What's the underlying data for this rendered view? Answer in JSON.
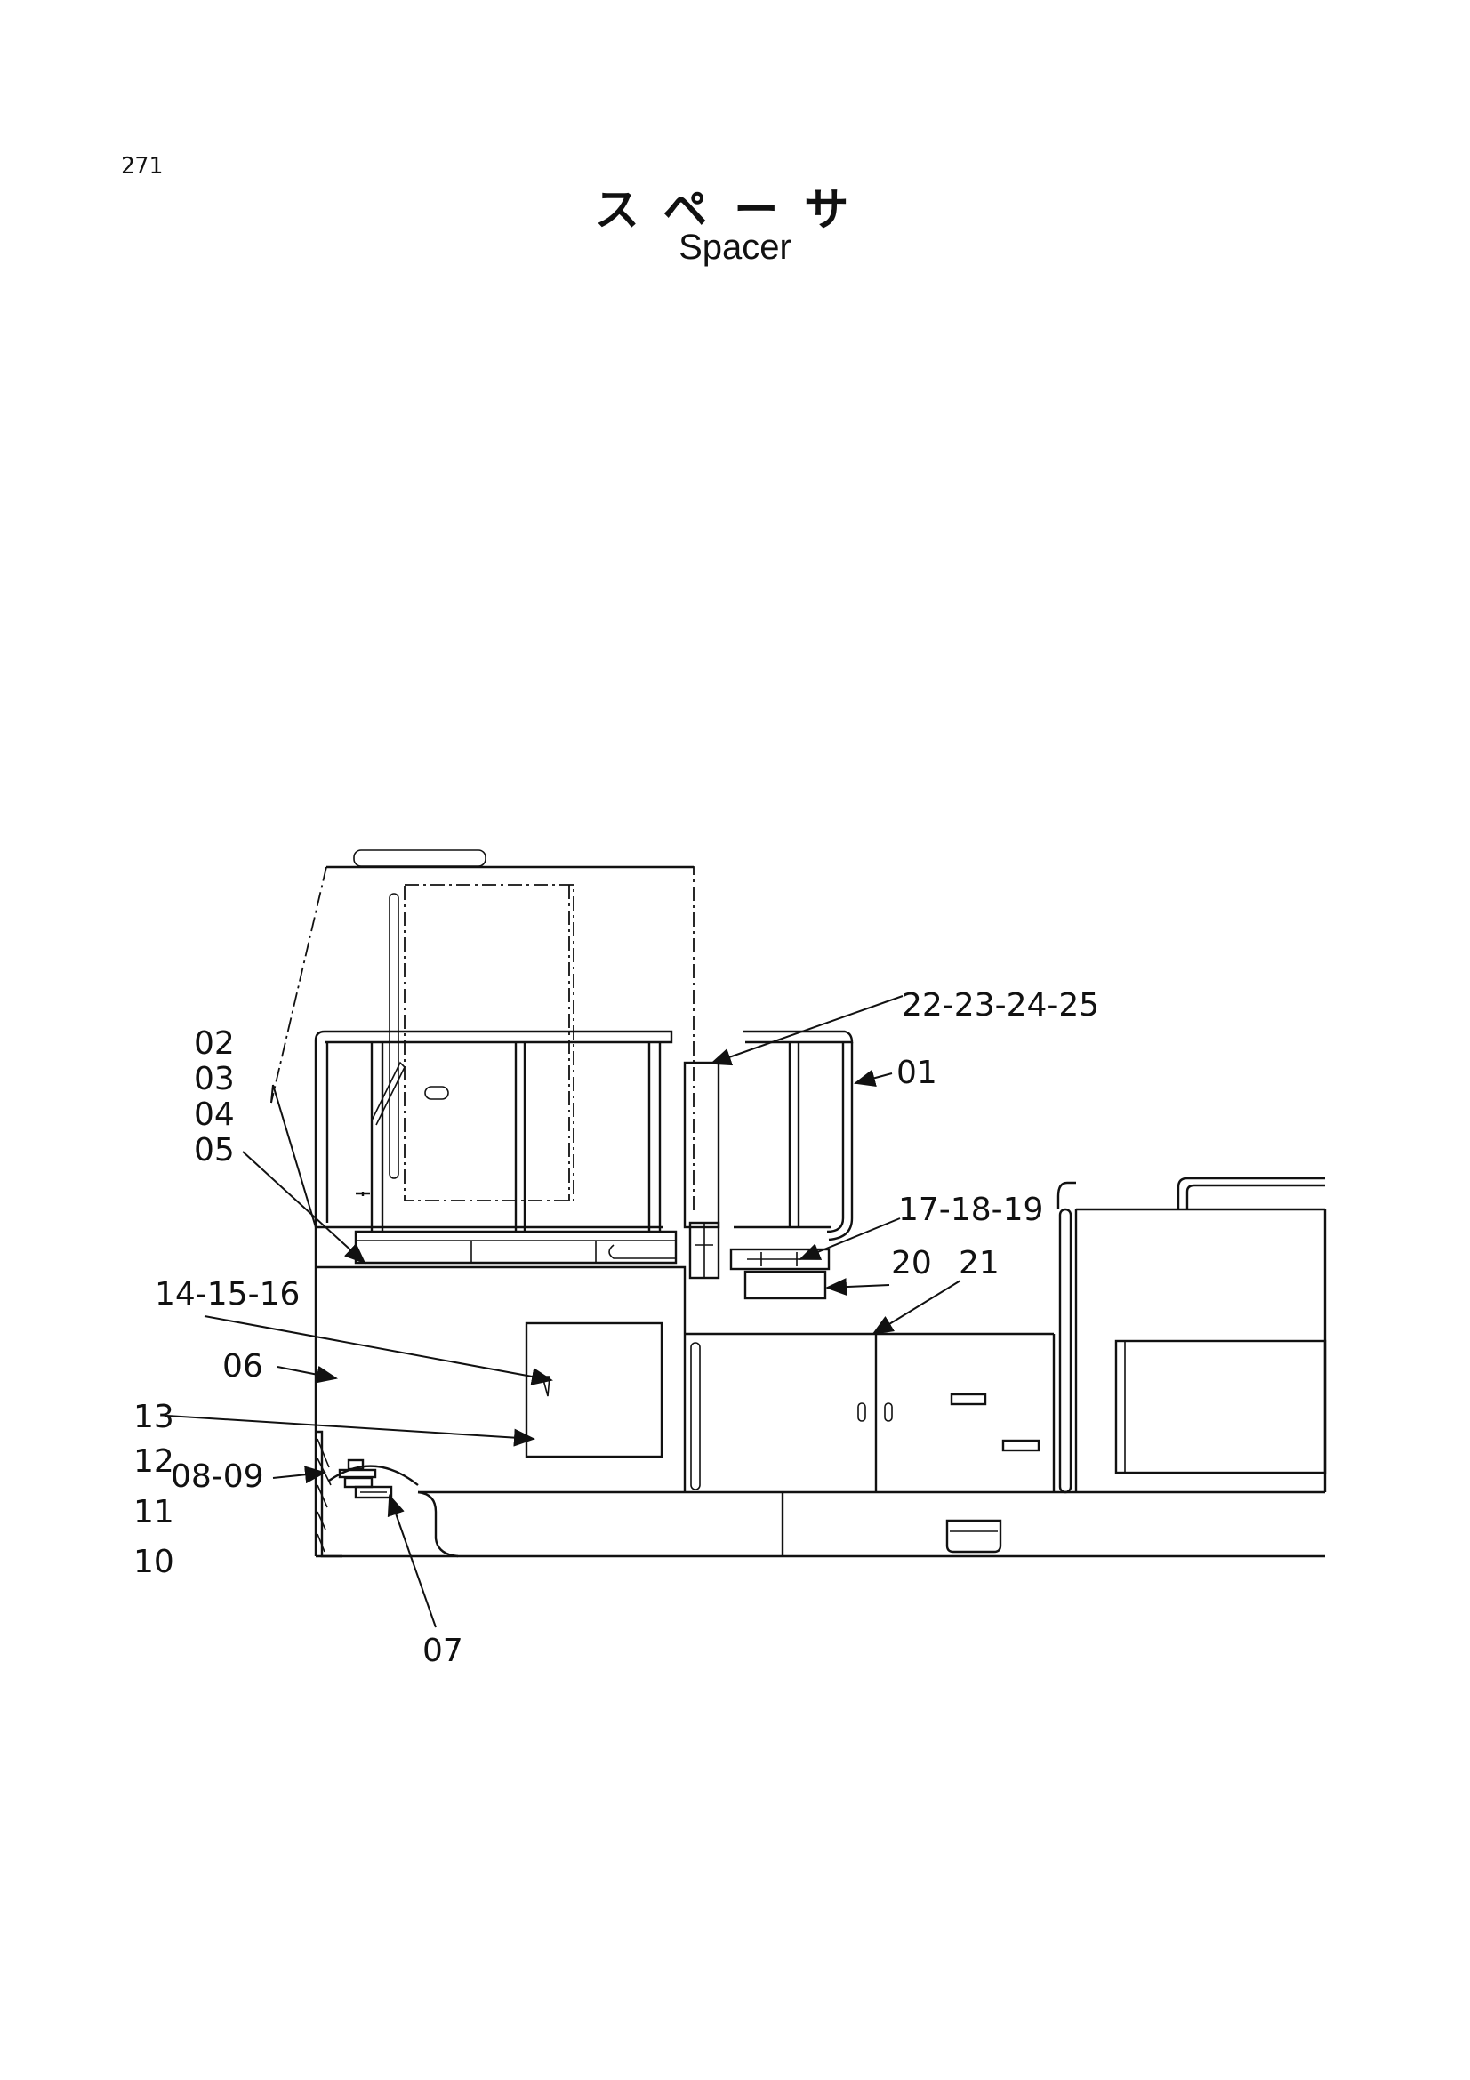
{
  "page": {
    "number": "271"
  },
  "title": {
    "japanese": "スペーサ",
    "english": "Spacer"
  },
  "callouts": {
    "c01": "01",
    "c02": "02",
    "c03": "03",
    "c04": "04",
    "c05": "05",
    "c06": "06",
    "c07": "07",
    "c0809": "08-09",
    "c10": "10",
    "c11": "11",
    "c12": "12",
    "c13": "13",
    "c141516": "14-15-16",
    "c171819": "17-18-19",
    "c20": "20",
    "c21": "21",
    "c22232425": "22-23-24-25"
  }
}
